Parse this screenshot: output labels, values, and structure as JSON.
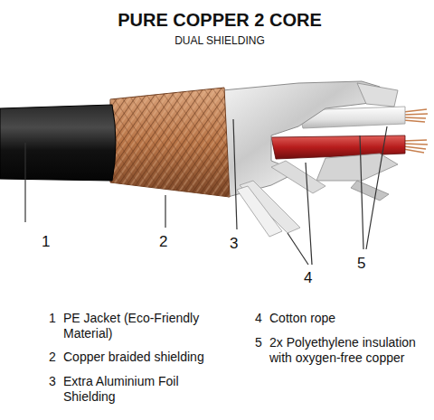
{
  "diagram": {
    "title": "PURE COPPER 2 CORE",
    "labels": [
      "DUAL SHIELDING",
      "1",
      "2",
      "3",
      "4",
      "5",
      "1",
      "PE Jacket (Eco-Friendly Material)",
      "2",
      "Copper braided shielding",
      "3",
      "Extra Aluminium Foil Shielding",
      "4",
      "Cotton rope",
      "5",
      "2x Polyethylene insulation with oxygen-free copper"
    ]
  }
}
